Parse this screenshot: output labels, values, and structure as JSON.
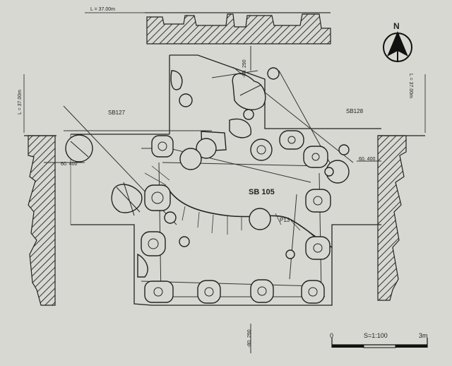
{
  "plan": {
    "feature_labels": {
      "main_building": "SB 105",
      "west_building": "SB127",
      "east_building": "SB128",
      "pit": "P13"
    },
    "elevation_labels": {
      "top_level": "L = 37.00m",
      "left_level": "L = 37.00m",
      "right_level": "L = 37.00m",
      "left_grid": "60. 400",
      "right_grid": "60. 400",
      "top_grid": "-80. 290",
      "bottom_grid": "-80. 290"
    },
    "north_arrow": {
      "label": "N",
      "icon": "north-arrow-icon"
    },
    "scale_bar": {
      "start": "0",
      "ratio": "S=1:100",
      "end": "3m"
    }
  }
}
